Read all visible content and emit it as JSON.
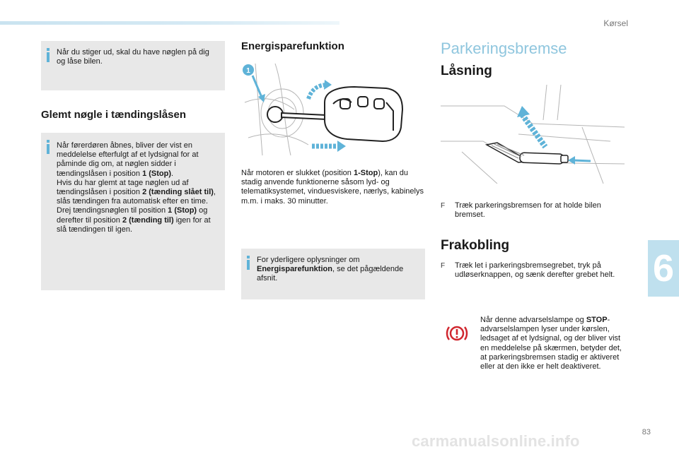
{
  "header": {
    "section": "Kørsel"
  },
  "chapter": "6",
  "page_number": "83",
  "watermark": "carmanualsonline.info",
  "col1": {
    "note1": "Når du stiger ud, skal du have nøglen på dig og låse bilen.",
    "heading": "Glemt nøgle i tændingslåsen",
    "note2": {
      "l1": "Når førerdøren åbnes, bliver der vist en meddelelse efterfulgt af et lydsignal for at påminde dig om, at nøglen sidder i tændingslåsen i position ",
      "b1": "1 (Stop)",
      "l2": ".",
      "l3": "Hvis du har glemt at tage nøglen ud af tændingslåsen i position ",
      "b2": "2 (tænding slået til)",
      "l4": ", slås tændingen fra automatisk efter en time.",
      "l5": "Drej tændingsnøglen til position ",
      "b3": "1 (Stop)",
      "l6": " og derefter til position ",
      "b4": "2 (tænding til)",
      "l7": " igen for at slå tændingen til igen."
    }
  },
  "col2": {
    "heading": "Energisparefunktion",
    "figure_label": "1",
    "para": {
      "a": "Når motoren er slukket (position ",
      "b": "1-Stop",
      "c": "), kan du stadig anvende funktionerne såsom lyd- og telematiksystemet, vinduesviskere, nærlys, kabinelys m.m. i maks. 30 minutter."
    },
    "note": {
      "a": "For yderligere oplysninger om ",
      "b": "Energisparefunktion",
      "c": ", se det pågældende afsnit."
    }
  },
  "col3": {
    "title": "Parkeringsbremse",
    "h_lock": "Låsning",
    "bullet_lock": "Træk parkeringsbremsen for at holde bilen bremset.",
    "h_release": "Frakobling",
    "bullet_release": "Træk let i parkeringsbremsegrebet, tryk på udløserknappen, og sænk derefter grebet helt.",
    "warning": {
      "a": "Når denne advarselslampe og ",
      "b": "STOP",
      "c": "-advarselslampen lyser under kørslen, ledsaget af et lydsignal, og der bliver vist en meddelelse på skærmen, betyder det, at parkeringsbremsen stadig er aktiveret eller at den ikke er helt deaktiveret."
    },
    "bullet_marker": "F"
  },
  "colors": {
    "accent": "#5fb3d8",
    "title": "#8fc6de",
    "box": "#e8e8e8",
    "warning": "#d0262e"
  }
}
